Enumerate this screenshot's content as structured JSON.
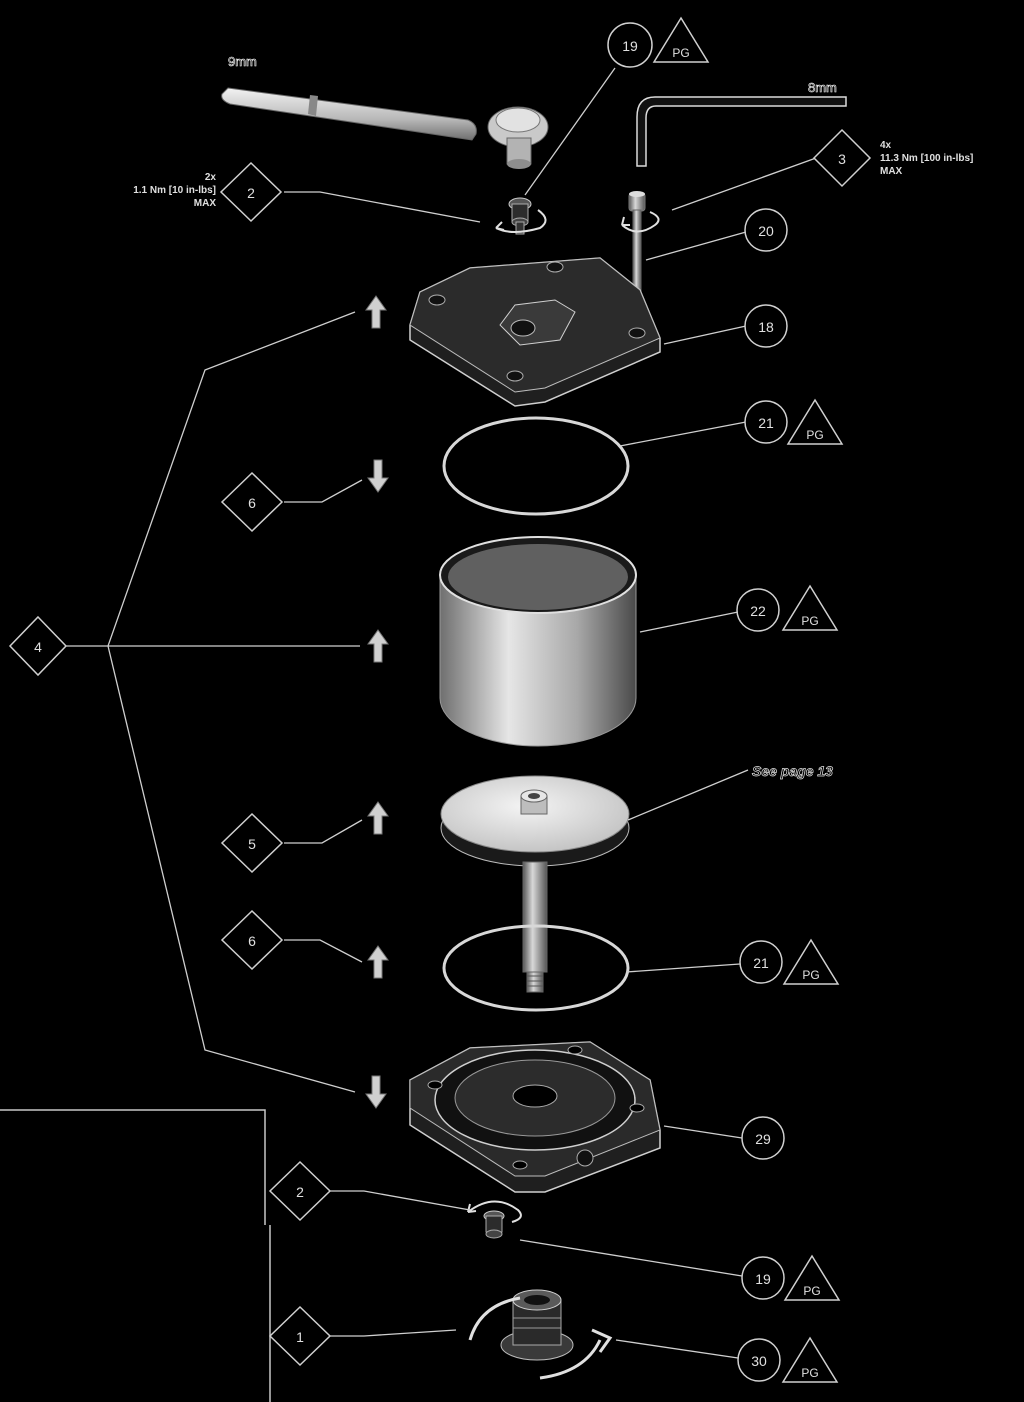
{
  "colors": {
    "background": "#000000",
    "line": "#c8c8c8",
    "part_light": "#dcdcdc",
    "part_mid": "#8a8a8a",
    "part_dark": "#2a2a2a"
  },
  "tools": {
    "wrench_label": "9mm",
    "hex_key_label": "8mm"
  },
  "torque": {
    "top_left": {
      "qty": "2x",
      "value": "1.1 Nm [10 in-lbs]",
      "max": "MAX"
    },
    "top_right": {
      "qty": "4x",
      "value": "11.3 Nm [100 in-lbs]",
      "max": "MAX"
    }
  },
  "reference_note": "See page 13",
  "steps": {
    "s2_top": "2",
    "s3": "3",
    "s4": "4",
    "s6_upper": "6",
    "s5": "5",
    "s6_lower": "6",
    "s2_bottom": "2",
    "s1": "1"
  },
  "parts": {
    "p19_top": "19",
    "p20": "20",
    "p18": "18",
    "p21_upper": "21",
    "p22": "22",
    "p21_lower": "21",
    "p29": "29",
    "p19_bottom": "19",
    "p30": "30"
  },
  "pg_badge": "PG",
  "icons": {
    "lift_up": "arrow-up-icon",
    "install_down": "arrow-down-icon",
    "tighten": "rotation-arrow-icon"
  }
}
